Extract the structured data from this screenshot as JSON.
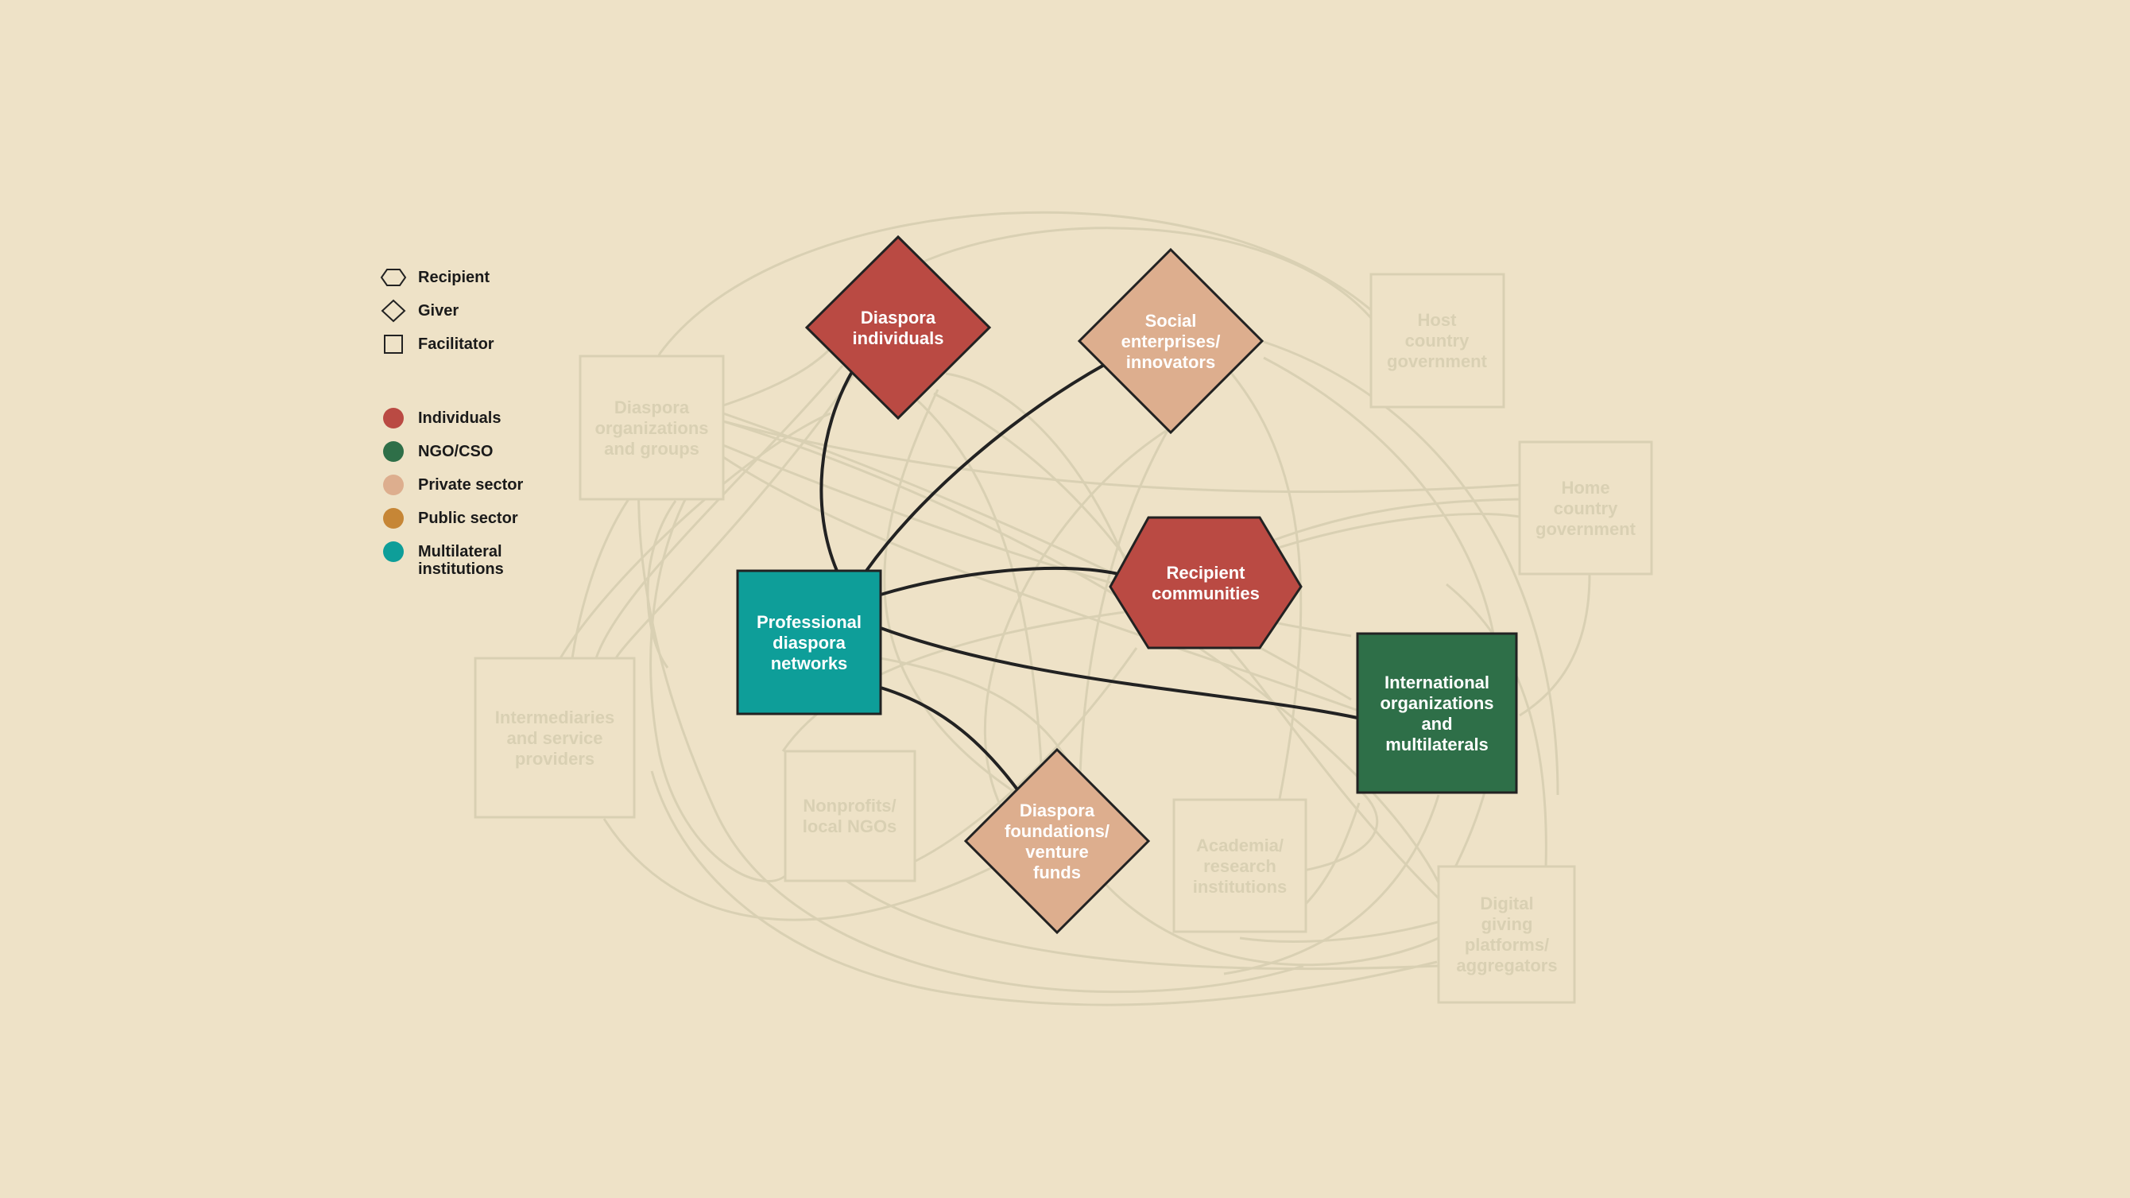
{
  "legend": {
    "shapes": [
      {
        "icon": "hexagon-icon",
        "label": "Recipient"
      },
      {
        "icon": "diamond-icon",
        "label": "Giver"
      },
      {
        "icon": "square-icon",
        "label": "Facilitator"
      }
    ],
    "sectors": [
      {
        "icon": "circle-icon",
        "label": "Individuals",
        "color": "#BA4A43"
      },
      {
        "icon": "circle-icon",
        "label": "NGO/CSO",
        "color": "#2E6F48"
      },
      {
        "icon": "circle-icon",
        "label": "Private sector",
        "color": "#DDAE8E"
      },
      {
        "icon": "circle-icon",
        "label": "Public sector",
        "color": "#C68636"
      },
      {
        "icon": "circle-icon",
        "label": "Multilateral institutions",
        "color": "#0E9E99"
      }
    ]
  },
  "colors": {
    "background": "#EEE2C7",
    "faded": "#D9D0B3",
    "edge_active": "#222222",
    "label_active": "#FFFFFF"
  },
  "nodes": {
    "diaspora_individuals": {
      "lines": [
        "Diaspora",
        "individuals"
      ],
      "shape": "diamond",
      "color": "#BA4A43"
    },
    "social_enterprises": {
      "lines": [
        "Social",
        "enterprises/",
        "innovators"
      ],
      "shape": "diamond",
      "color": "#DDAE8E"
    },
    "host_gov": {
      "lines": [
        "Host",
        "country",
        "government"
      ],
      "shape": "square"
    },
    "diaspora_orgs": {
      "lines": [
        "Diaspora",
        "organizations",
        "and groups"
      ],
      "shape": "square"
    },
    "home_gov": {
      "lines": [
        "Home",
        "country",
        "government"
      ],
      "shape": "square"
    },
    "recipient_communities": {
      "lines": [
        "Recipient",
        "communities"
      ],
      "shape": "hexagon",
      "color": "#BA4A43"
    },
    "professional_networks": {
      "lines": [
        "Professional",
        "diaspora",
        "networks"
      ],
      "shape": "square",
      "color": "#0E9E99"
    },
    "international_orgs": {
      "lines": [
        "International",
        "organizations",
        "and",
        "multilaterals"
      ],
      "shape": "square",
      "color": "#2E6F48"
    },
    "intermediaries": {
      "lines": [
        "Intermediaries",
        "and service",
        "providers"
      ],
      "shape": "square"
    },
    "nonprofits": {
      "lines": [
        "Nonprofits/",
        "local NGOs"
      ],
      "shape": "square"
    },
    "diaspora_foundations": {
      "lines": [
        "Diaspora",
        "foundations/",
        "venture",
        "funds"
      ],
      "shape": "diamond",
      "color": "#DDAE8E"
    },
    "academia": {
      "lines": [
        "Academia/",
        "research",
        "institutions"
      ],
      "shape": "square"
    },
    "digital_giving": {
      "lines": [
        "Digital",
        "giving",
        "platforms/",
        "aggregators"
      ],
      "shape": "square"
    }
  }
}
